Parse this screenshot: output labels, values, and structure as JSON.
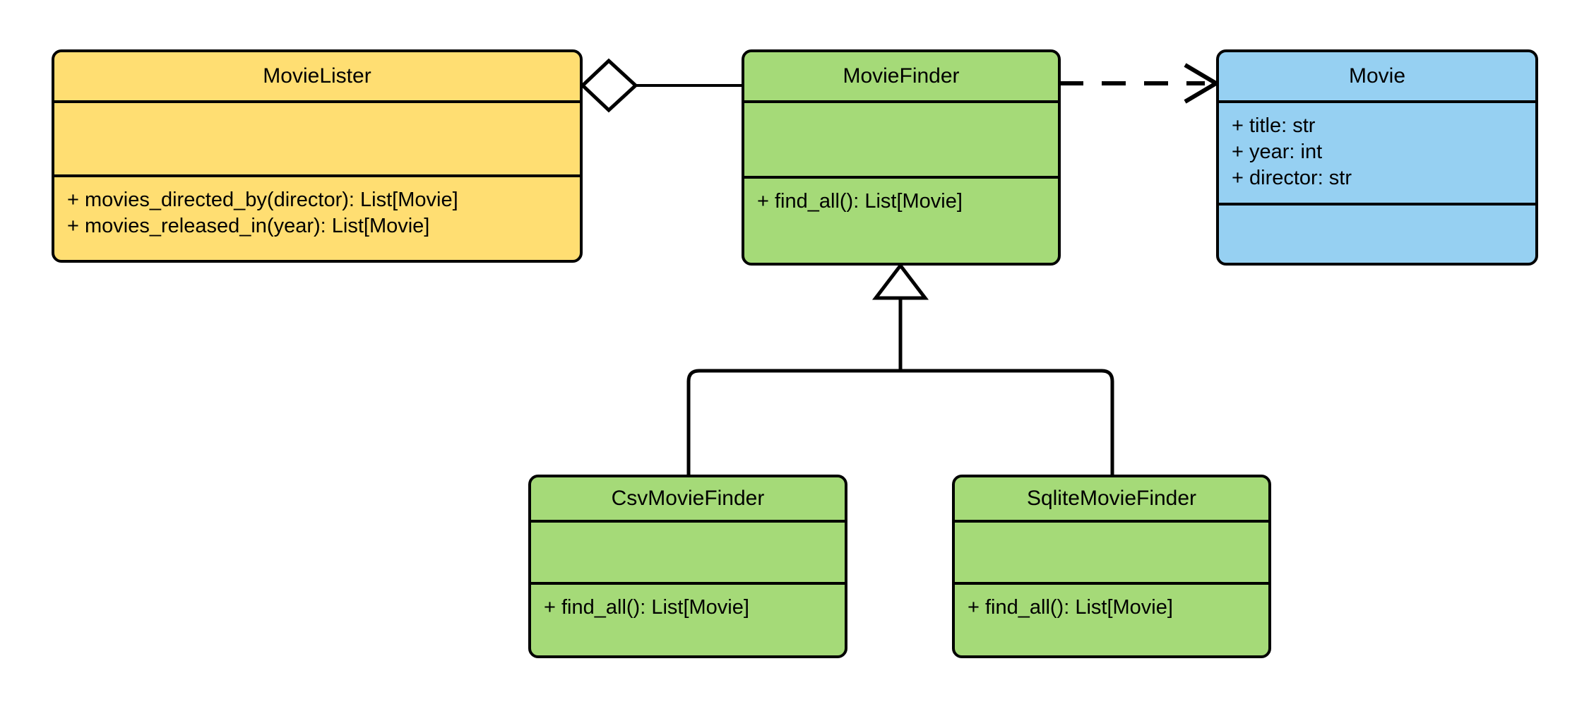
{
  "diagram": {
    "title": "MovieLister dependency injection UML class diagram",
    "type": "uml-class-diagram",
    "background": "#ffffff",
    "line_color": "#000000"
  },
  "colors": {
    "yellow": "#ffde72",
    "green": "#a5da78",
    "blue": "#96d0f2",
    "stroke": "#000000",
    "white": "#ffffff"
  },
  "classes": [
    {
      "id": "movie-lister",
      "name": "MovieLister",
      "fill": "#ffde72",
      "attributes": [],
      "methods": [
        "+ movies_directed_by(director): List[Movie]",
        "+ movies_released_in(year): List[Movie]"
      ]
    },
    {
      "id": "movie-finder",
      "name": "MovieFinder",
      "fill": "#a5da78",
      "attributes": [],
      "methods": [
        "+ find_all(): List[Movie]"
      ]
    },
    {
      "id": "movie",
      "name": "Movie",
      "fill": "#96d0f2",
      "attributes": [
        "+ title: str",
        "+ year: int",
        "+ director: str"
      ],
      "methods": []
    },
    {
      "id": "csv-movie-finder",
      "name": "CsvMovieFinder",
      "fill": "#a5da78",
      "attributes": [],
      "methods": [
        "+ find_all(): List[Movie]"
      ]
    },
    {
      "id": "sqlite-movie-finder",
      "name": "SqliteMovieFinder",
      "fill": "#a5da78",
      "attributes": [],
      "methods": [
        "+ find_all(): List[Movie]"
      ]
    }
  ],
  "relationships": [
    {
      "id": "aggregation-lister-finder",
      "kind": "aggregation",
      "from": "MovieLister",
      "to": "MovieFinder",
      "line": "solid",
      "source_decoration": "hollow-diamond",
      "target_decoration": "none",
      "label": ""
    },
    {
      "id": "dependency-finder-movie",
      "kind": "dependency",
      "from": "MovieFinder",
      "to": "Movie",
      "line": "dashed",
      "source_decoration": "none",
      "target_decoration": "open-arrow",
      "label": ""
    },
    {
      "id": "generalization-csv-finder",
      "kind": "generalization",
      "from": "CsvMovieFinder",
      "to": "MovieFinder",
      "line": "solid",
      "source_decoration": "none",
      "target_decoration": "hollow-triangle",
      "label": ""
    },
    {
      "id": "generalization-sqlite-finder",
      "kind": "generalization",
      "from": "SqliteMovieFinder",
      "to": "MovieFinder",
      "line": "solid",
      "source_decoration": "none",
      "target_decoration": "hollow-triangle",
      "label": ""
    }
  ]
}
